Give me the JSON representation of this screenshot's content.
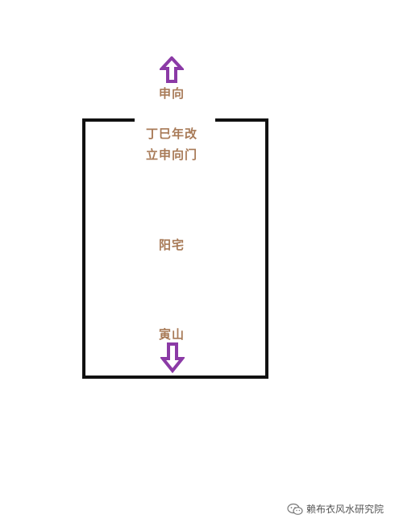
{
  "labels": {
    "direction_top": "申向",
    "door_line1": "丁巳年改",
    "door_line2": "立申向门",
    "house": "阳宅",
    "direction_bottom": "寅山"
  },
  "watermark": {
    "text": "赖布衣风水研究院",
    "icon": "wechat-icon"
  },
  "colors": {
    "label": "#a87a57",
    "arrow": "#8b3aa6",
    "frame": "#111111",
    "watermark": "#555555"
  },
  "icons": {
    "top_arrow": "arrow-up-icon",
    "bottom_arrow": "arrow-down-icon"
  }
}
